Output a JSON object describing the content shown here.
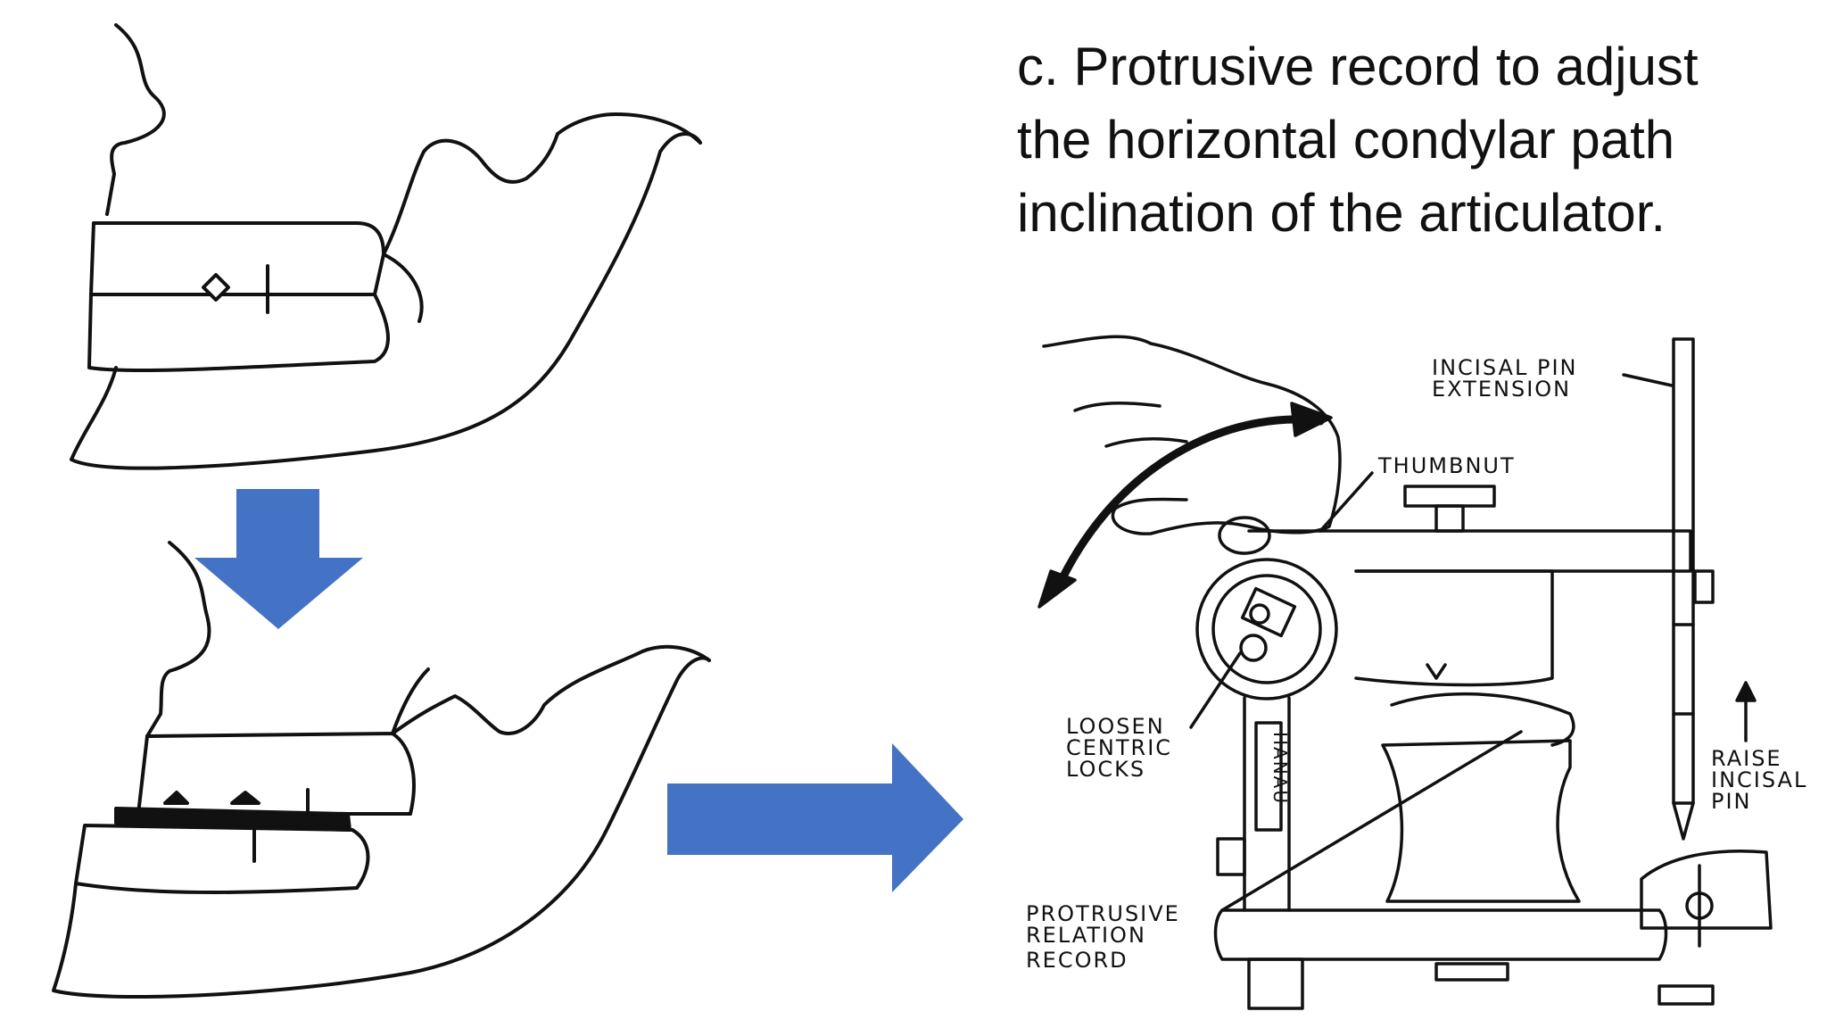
{
  "title": {
    "lines": [
      "c. Protrusive record to adjust",
      "the horizontal condylar path",
      "inclination of the articulator."
    ]
  },
  "labels": {
    "incisal_pin_extension": [
      "INCISAL PIN",
      "EXTENSION"
    ],
    "thumbnut": "THUMBNUT",
    "loosen_centric_locks": [
      "LOOSEN",
      "CENTRIC",
      "LOCKS"
    ],
    "raise_incisal_pin": [
      "RAISE",
      "INCISAL",
      "PIN"
    ],
    "protrusive_relation_record": [
      "PROTRUSIVE",
      "RELATION",
      "RECORD"
    ],
    "hanau": "HANAU"
  },
  "colors": {
    "arrow": "#4472c4",
    "line": "#111111"
  }
}
